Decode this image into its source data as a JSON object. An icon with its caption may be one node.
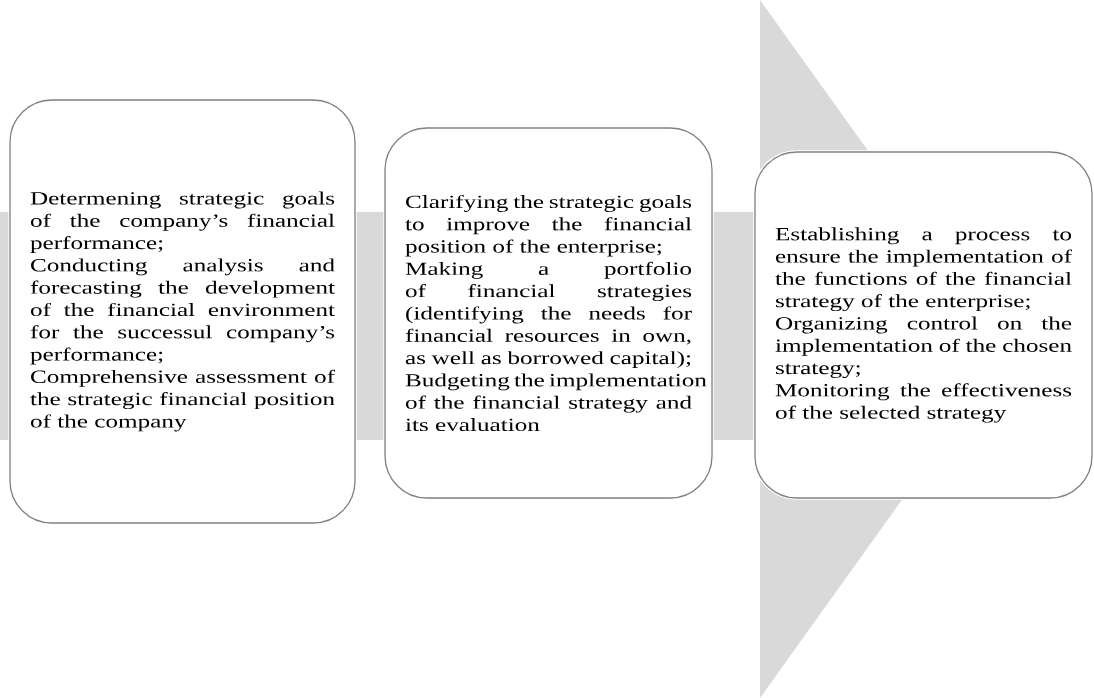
{
  "diagram": {
    "nodes": [
      {
        "text": [
          "Determening strategic goals of the company’s financial performance;",
          "Conducting analysis and forecasting the development of the financial environment for the successul company’s performance;",
          "Comprehensive assessment of the strategic financial position of the company"
        ]
      },
      {
        "text": [
          "Clarifying the strategic goals to improve the financial position of the enterprise;",
          "Making a portfolio of financial strategies (identifying the needs for financial resources in own, as well as borrowed capital);",
          "Budgeting the implementation of the financial strategy and its evaluation"
        ]
      },
      {
        "text": [
          "Establishing a process to ensure the implementation of the functions of the financial strategy of the enterprise;",
          "Organizing control on the implementation of the chosen strategy;",
          "Monitoring the effectiveness of the selected strategy"
        ]
      }
    ],
    "edges": [
      {
        "from": 0,
        "to": 2,
        "arrow": "to"
      }
    ]
  }
}
